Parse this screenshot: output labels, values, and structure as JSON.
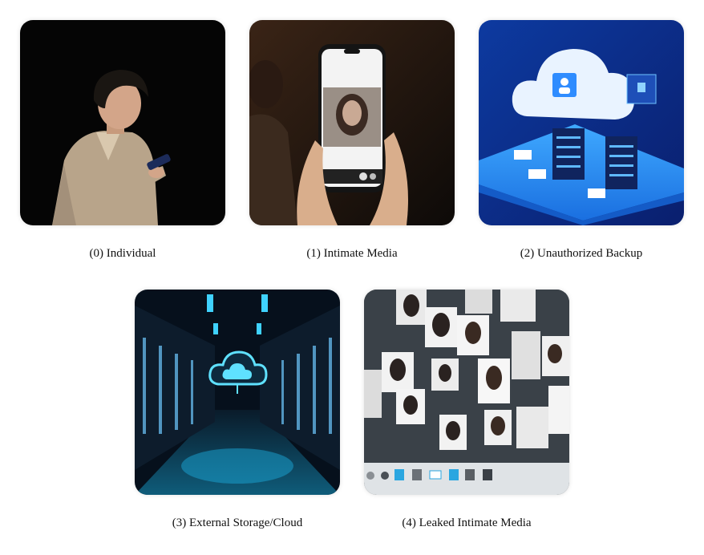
{
  "panels": [
    {
      "caption": "(0) Individual",
      "image": "person-using-phone"
    },
    {
      "caption": "(1) Intimate Media",
      "image": "phone-showing-private-photo"
    },
    {
      "caption": "(2) Unauthorized Backup",
      "image": "cloud-server-backup"
    },
    {
      "caption": "(3) External Storage/Cloud",
      "image": "data-center-cloud"
    },
    {
      "caption": "(4) Leaked Intimate Media",
      "image": "photos-spread-on-screen"
    }
  ],
  "colors": {
    "background": "#ffffff",
    "caption_text": "#111111",
    "cloud_blue": "#2f8cff",
    "datacenter_cyan": "#3fd2ff"
  }
}
